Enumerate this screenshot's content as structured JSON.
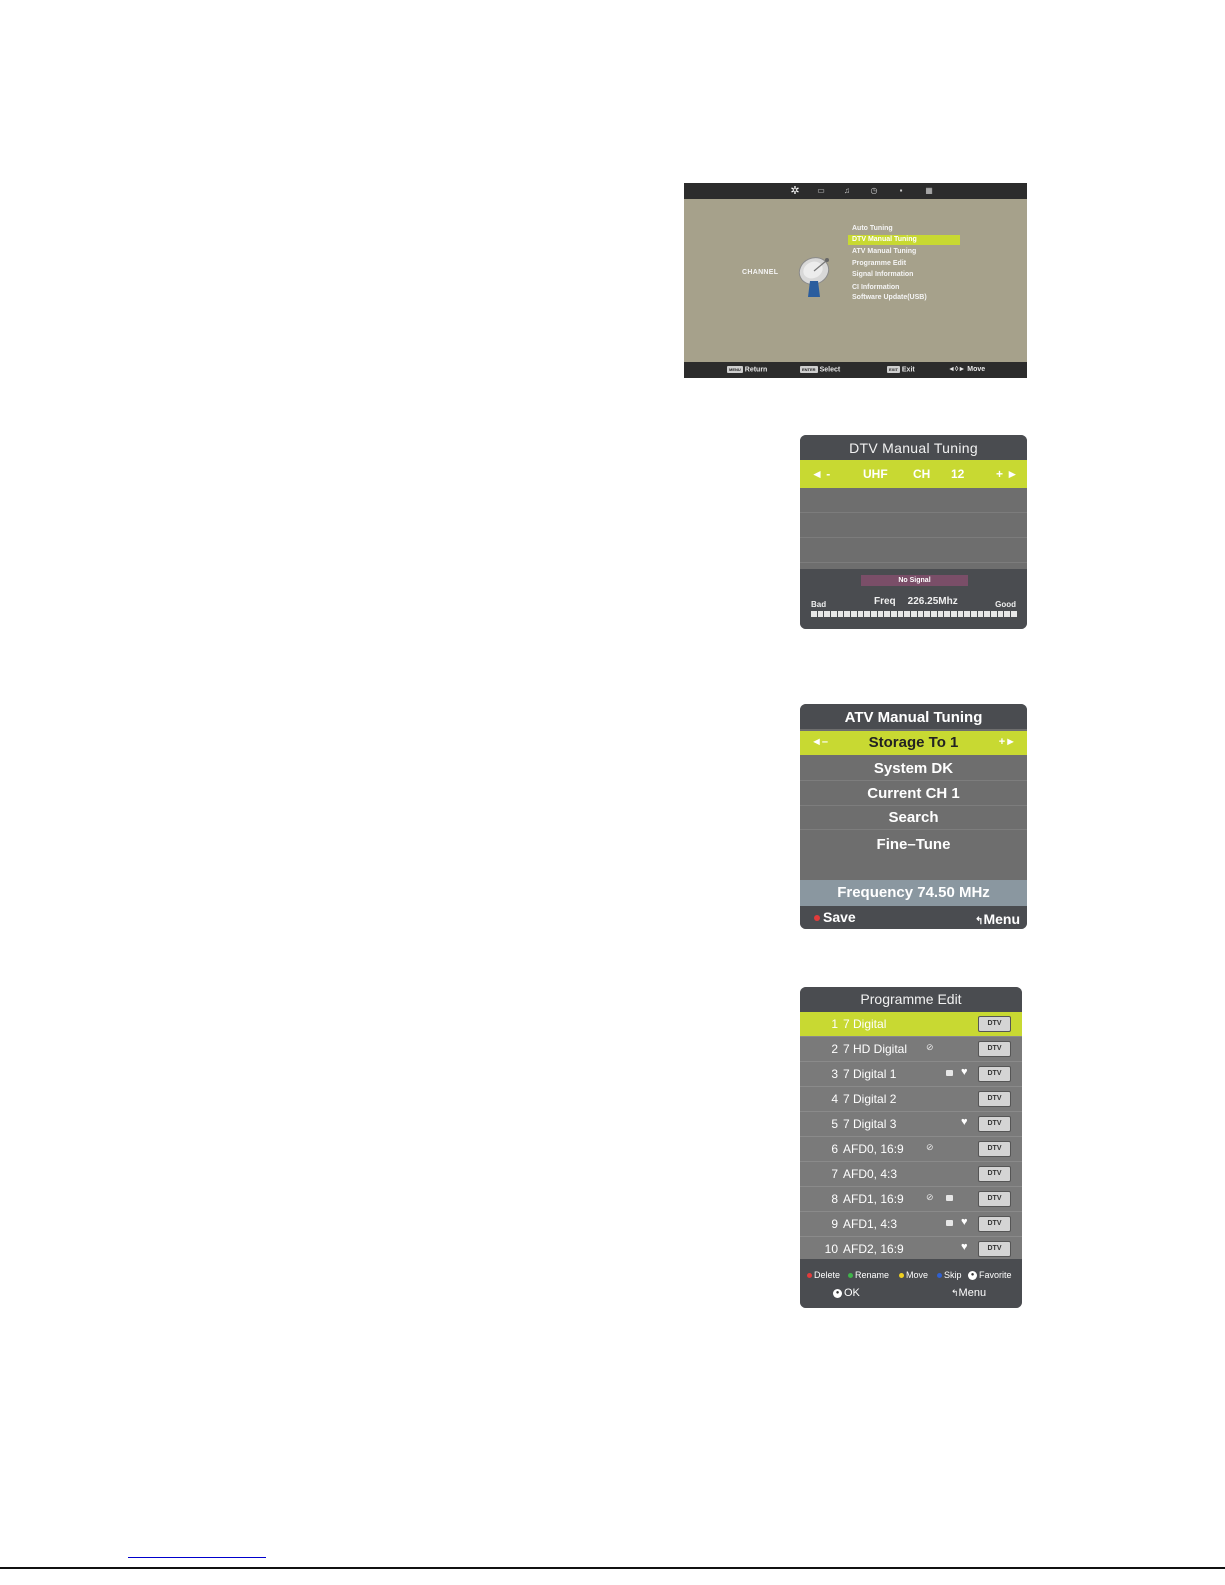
{
  "channel_menu": {
    "section_label": "CHANNEL",
    "items": [
      {
        "label": "Auto Tuning",
        "selected": false
      },
      {
        "label": "DTV Manual Tuning",
        "selected": true
      },
      {
        "label": "ATV Manual Tuning",
        "selected": false
      },
      {
        "label": "Programme Edit",
        "selected": false
      },
      {
        "label": "Signal Information",
        "selected": false
      },
      {
        "label": "CI Information",
        "selected": false
      },
      {
        "label": "Software Update(USB)",
        "selected": false
      }
    ],
    "tabs": [
      "channel-tab",
      "picture-tab",
      "sound-tab",
      "time-tab",
      "lock-tab",
      "setup-tab"
    ],
    "footer": {
      "return_key": "MENU",
      "return_label": "Return",
      "select_key": "ENTER",
      "select_label": "Select",
      "exit_key": "EXIT",
      "exit_label": "Exit",
      "move_label": "Move"
    }
  },
  "dtv_tuning": {
    "title": "DTV Manual Tuning",
    "left_arrow": "◄ -",
    "band": "UHF",
    "ch_label": "CH",
    "ch_value": "12",
    "right_arrow": "+ ►",
    "signal_status": "No Signal",
    "bad_label": "Bad",
    "good_label": "Good",
    "freq_label": "Freq",
    "freq_value": "226.25Mhz"
  },
  "atv_tuning": {
    "title": "ATV Manual Tuning",
    "left_arrow": "◄–",
    "storage": "Storage To 1",
    "right_arrow": "+►",
    "system": "System DK",
    "current": "Current  CH 1",
    "search": "Search",
    "finetune": "Fine–Tune",
    "frequency": "Frequency  74.50 MHz",
    "save_label": "Save",
    "menu_label": "Menu"
  },
  "programme_edit": {
    "title": "Programme Edit",
    "rows": [
      {
        "num": "1",
        "name": "7 Digital",
        "type": "DTV"
      },
      {
        "num": "2",
        "name": "7 HD Digital",
        "type": "DTV"
      },
      {
        "num": "3",
        "name": "7 Digital 1",
        "type": "DTV"
      },
      {
        "num": "4",
        "name": "7 Digital 2",
        "type": "DTV"
      },
      {
        "num": "5",
        "name": "7 Digital 3",
        "type": "DTV"
      },
      {
        "num": "6",
        "name": "AFD0, 16:9",
        "type": "DTV"
      },
      {
        "num": "7",
        "name": "AFD0, 4:3",
        "type": "DTV"
      },
      {
        "num": "8",
        "name": "AFD1, 16:9",
        "type": "DTV"
      },
      {
        "num": "9",
        "name": "AFD1, 4:3",
        "type": "DTV"
      },
      {
        "num": "10",
        "name": "AFD2, 16:9",
        "type": "DTV"
      }
    ],
    "legend": {
      "delete": "Delete",
      "rename": "Rename",
      "move": "Move",
      "skip": "Skip",
      "favorite": "Favorite",
      "ok": "OK",
      "menu": "Menu"
    }
  },
  "colors": {
    "highlight": "#c8d932",
    "panel_dark": "#4a4c50",
    "panel_mid": "#6e6e6e",
    "menu_bg": "#a6a18b",
    "red": "#e23b3b",
    "green": "#3fb44a",
    "yellow": "#f0d020",
    "blue": "#3060d0"
  }
}
